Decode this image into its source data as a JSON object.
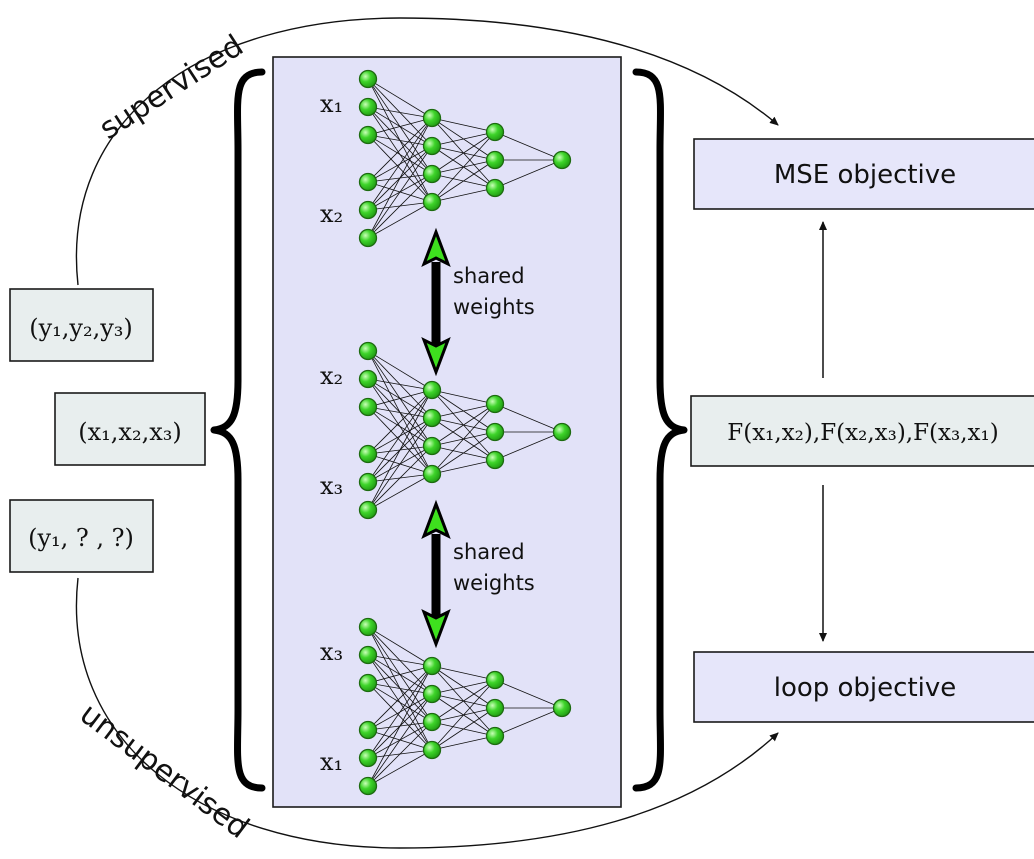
{
  "inputs": {
    "labels_full": "(y₁,y₂,y₃)",
    "samples": "(x₁,x₂,x₃)",
    "labels_partial": "(y₁, ? , ?)"
  },
  "arc_labels": {
    "supervised": "supervised",
    "unsupervised": "unsupervised"
  },
  "networks": [
    {
      "top_input": "x₁",
      "bottom_input": "x₂"
    },
    {
      "top_input": "x₂",
      "bottom_input": "x₃"
    },
    {
      "top_input": "x₃",
      "bottom_input": "x₁"
    }
  ],
  "shared_weights": [
    {
      "line1": "shared",
      "line2": "weights"
    },
    {
      "line1": "shared",
      "line2": "weights"
    }
  ],
  "outputs": {
    "mse": "MSE objective",
    "predictions": "F(x₁,x₂),F(x₂,x₃),F(x₃,x₁)",
    "loop": "loop objective"
  },
  "colors": {
    "node_fill": "#3ed42a",
    "shared_arrow": "#000000",
    "shared_arrow_tip": "#3ee01e",
    "panel_fill": "#e2e2f8",
    "input_box_fill": "#e8eeee",
    "objective_box_fill": "#e6e6fa"
  }
}
